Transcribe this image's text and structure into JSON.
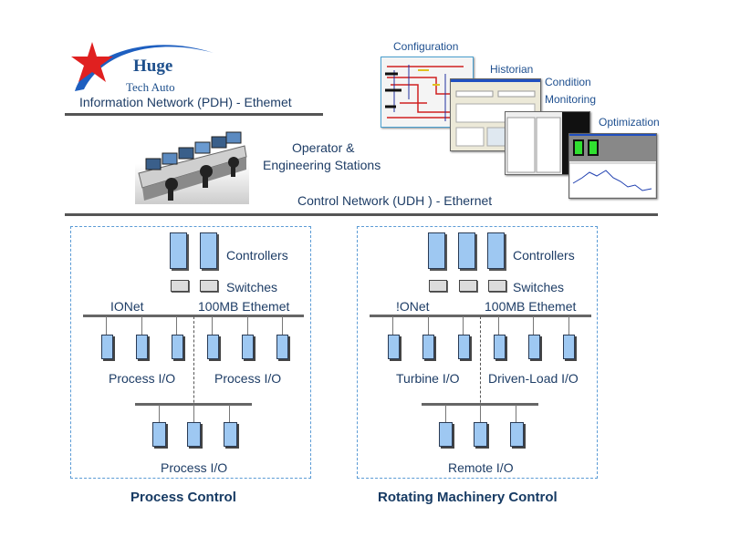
{
  "logo": {
    "brand": "Huge",
    "subtitle": "Tech Auto",
    "colors": {
      "star": "#e02020",
      "swoosh": "#1e5fc0",
      "text": "#1d4f8c"
    }
  },
  "networks": {
    "information": "Information Network (PDH) - Ethemet",
    "control": "Control Network (UDH )  - Ethernet"
  },
  "stations": {
    "line1": "Operator &",
    "line2": "Engineering Stations"
  },
  "software": {
    "configuration": "Configuration",
    "historian": "Historian",
    "condition_line1": "Condition",
    "condition_line2": "Monitoring",
    "optimization": "Optimization"
  },
  "process_panel": {
    "controllers_label": "Controllers",
    "switches_label": "Switches",
    "ionet_label": "IONet",
    "ethernet_label": "100MB Ethemet",
    "io_left_label": "Process I/O",
    "io_right_label": "Process I/O",
    "io_bottom_label": "Process I/O",
    "title": "Process Control",
    "controller_count": 2,
    "switch_count": 2
  },
  "rotating_panel": {
    "controllers_label": "Controllers",
    "switches_label": "Switches",
    "ionet_label": "!ONet",
    "ethernet_label": "100MB Ethemet",
    "io_left_label": "Turbine I/O",
    "io_right_label": "Driven-Load I/O",
    "io_bottom_label": "Remote I/O",
    "title": "Rotating Machinery Control",
    "controller_count": 3,
    "switch_count": 3
  },
  "colors": {
    "module_fill": "#9ec8f2",
    "switch_fill": "#dcdcdc",
    "panel_border": "#5b9bd5",
    "text": "#1e3d66"
  }
}
